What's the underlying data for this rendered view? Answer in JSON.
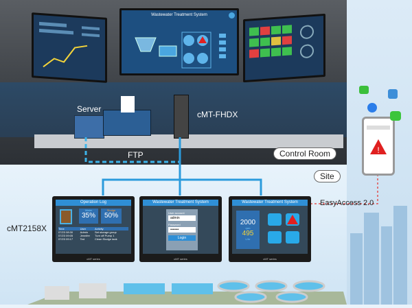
{
  "control_room": {
    "center_screen_title": "Wastewater Treatment System",
    "labels": {
      "server": "Server",
      "gateway": "cMT-FHDX",
      "ftp": "FTP",
      "room": "Control Room"
    }
  },
  "site": {
    "label": "Site",
    "hmi_model": "cMT2158X",
    "remote": "EasyAccess 2.0",
    "hmi1": {
      "title": "Operation Log",
      "water_label": "Water",
      "water": "35%",
      "sludge_label": "Sludge",
      "sludge": "50%",
      "cols": [
        "Time",
        "User",
        "Activity"
      ],
      "rows": [
        [
          "07/23 08:30",
          "Admin",
          "Set storage group"
        ],
        [
          "07/23 09:05",
          "Jennifer",
          "Turn off Pump 1"
        ],
        [
          "07/23 09:17",
          "Ted",
          "Clean Sludge tank"
        ]
      ],
      "brand": "cMT series"
    },
    "hmi2": {
      "title": "Wastewater Treatment System",
      "account_label": "User account",
      "account": "admin",
      "password_label": "Password",
      "password": "•••••••",
      "login": "Login",
      "brand": "cMT series"
    },
    "hmi3": {
      "title": "Wastewater Treatment System",
      "rpm": "2000",
      "rpm_unit": "rpm",
      "flow": "495",
      "flow_unit": "L/hr",
      "brand": "cMT series"
    }
  },
  "colors": {
    "accent": "#2b9bdc",
    "alert": "#e02020",
    "ftp_line": "#3db4ea",
    "remote_line": "#e05050"
  }
}
